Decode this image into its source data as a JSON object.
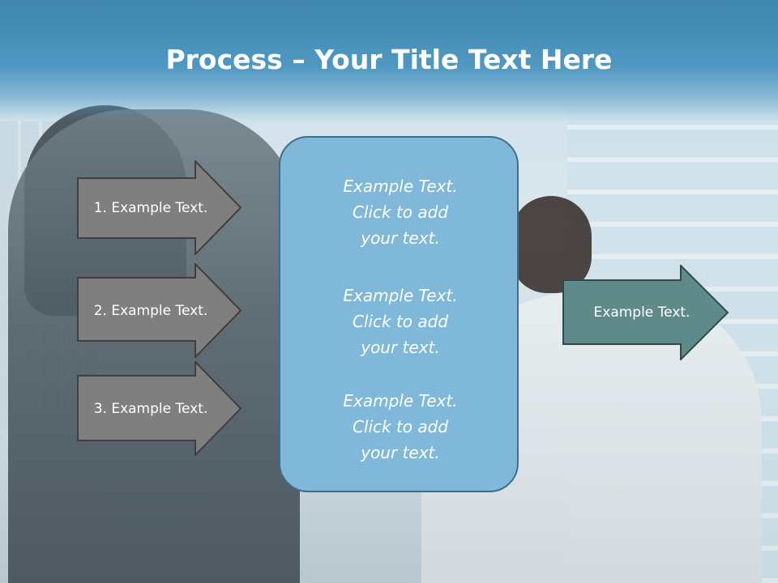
{
  "slide": {
    "title_bold": "Process",
    "title_rest": " – Your Title Text Here"
  },
  "steps": [
    {
      "label": "1. Example Text."
    },
    {
      "label": "2. Example Text."
    },
    {
      "label": "3. Example Text."
    }
  ],
  "center_box": {
    "blocks": [
      {
        "line1": "Example Text.",
        "line2": "Click  to add",
        "line3": "your text."
      },
      {
        "line1": "Example Text.",
        "line2": "Click  to add",
        "line3": "your text."
      },
      {
        "line1": "Example Text.",
        "line2": "Click  to add",
        "line3": "your text."
      }
    ]
  },
  "output": {
    "label": "Example Text."
  },
  "colors": {
    "title_bar": "#4f98c2",
    "step_arrow_fill": "#7f7f7f",
    "center_box_fill": "#7fb8d9",
    "center_box_border": "#3e6f8a",
    "output_arrow_fill": "#5e8b8a"
  }
}
